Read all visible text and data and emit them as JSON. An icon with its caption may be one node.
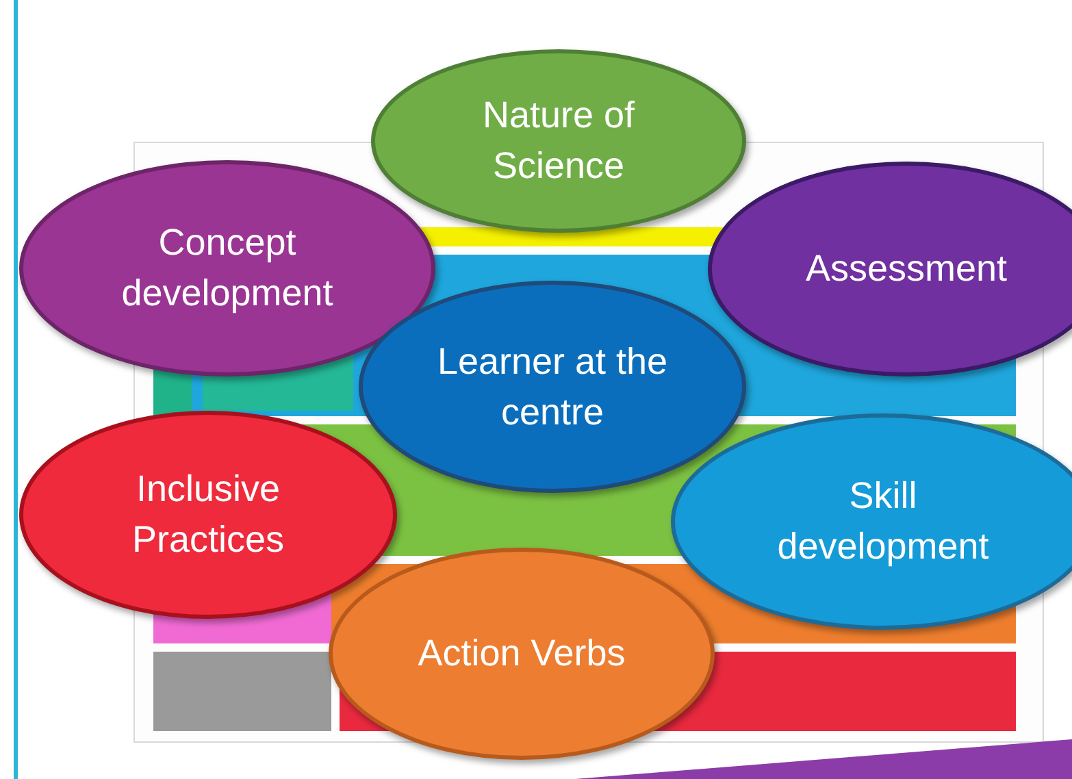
{
  "diagram": {
    "nodes": [
      {
        "text": [
          "Nature of Science"
        ]
      },
      {
        "text": [
          "Concept development"
        ]
      },
      {
        "text": [
          "Assessment"
        ]
      },
      {
        "text": [
          "Learner at the centre"
        ]
      },
      {
        "text": [
          "Inclusive Practices"
        ]
      },
      {
        "text": [
          "Skill development"
        ]
      },
      {
        "text": [
          "Action Verbs"
        ]
      }
    ]
  }
}
